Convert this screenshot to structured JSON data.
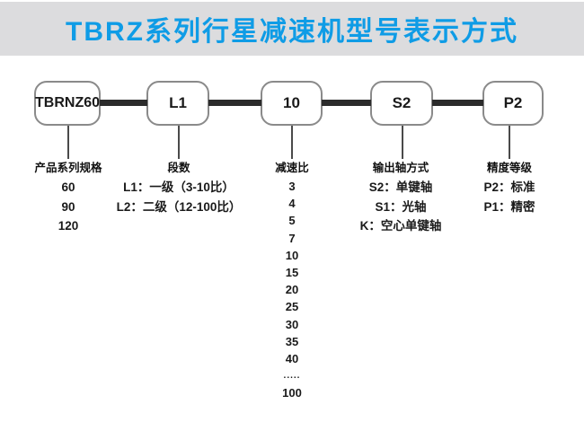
{
  "header": {
    "title": "TBRZ系列行星减速机型号表示方式",
    "bg_color": "#dcdcde",
    "text_color": "#0f9ce6"
  },
  "colors": {
    "connector_black": "#2b2b2b",
    "node_border_gray": "#8a8a8a",
    "body_text": "#1a1a1a"
  },
  "diagram": {
    "nodes": [
      {
        "code": "TBRNZ60",
        "label": "产品系列规格",
        "options": [
          "60",
          "90",
          "120"
        ]
      },
      {
        "code": "L1",
        "label": "段数",
        "options": [
          "L1：一级（3-10比）",
          "L2：二级（12-100比）"
        ]
      },
      {
        "code": "10",
        "label": "减速比",
        "options": [
          "3",
          "4",
          "5",
          "7",
          "10",
          "15",
          "20",
          "25",
          "30",
          "35",
          "40",
          ".....",
          "100"
        ]
      },
      {
        "code": "S2",
        "label": "输出轴方式",
        "options": [
          "S2：单键轴",
          "S1：光轴",
          "K：空心单键轴"
        ]
      },
      {
        "code": "P2",
        "label": "精度等级",
        "options": [
          "P2：标准",
          "P1：精密"
        ]
      }
    ]
  }
}
